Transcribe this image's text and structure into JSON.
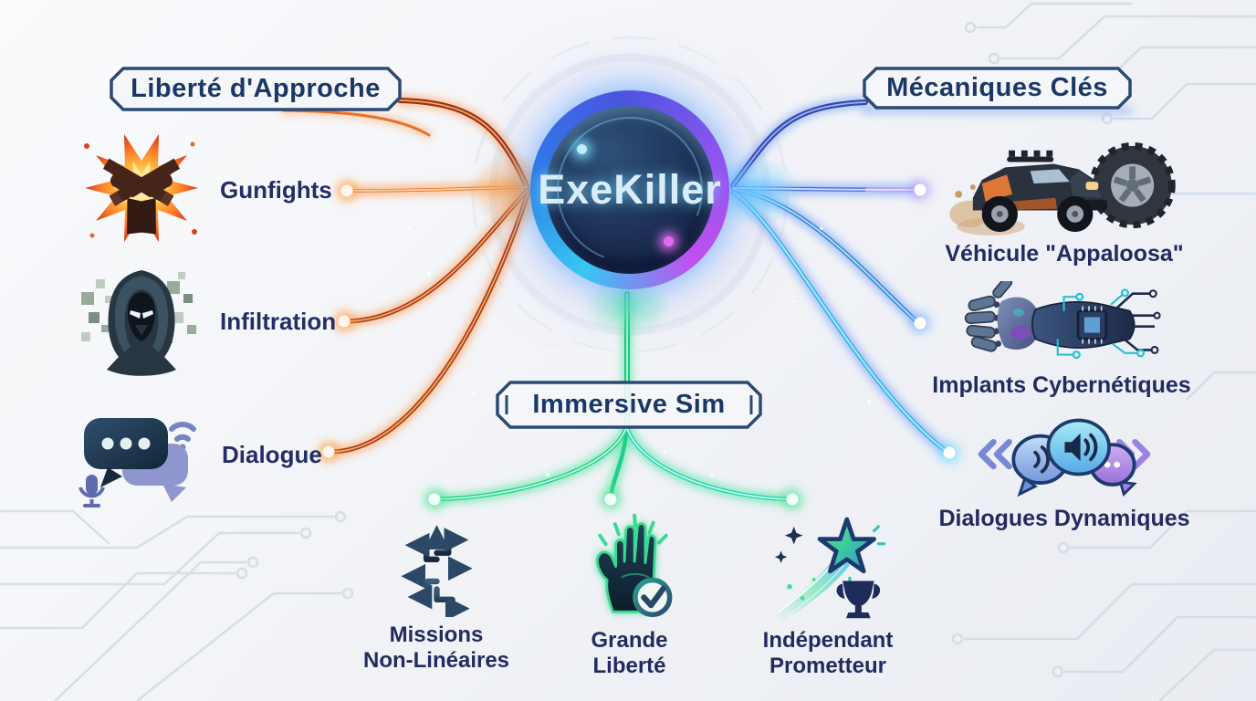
{
  "app": {
    "kind": "game-feature-mind-map",
    "background_color": "#f1f2f6"
  },
  "center": {
    "title": "ExeKiller",
    "ring_colors": [
      "#35c8f2",
      "#2f7ae8",
      "#8a55ee",
      "#c050f0"
    ],
    "fill_color": "#1c3054"
  },
  "branches": {
    "left": {
      "header": "Liberté d'Approche",
      "accent_color": "#e8702a",
      "items": [
        {
          "label": "Gunfights",
          "icon": "crossed-pistols-explosion-icon"
        },
        {
          "label": "Infiltration",
          "icon": "hooded-figure-camo-icon"
        },
        {
          "label": "Dialogue",
          "icon": "speech-bubbles-microphone-icon"
        }
      ]
    },
    "right": {
      "header": "Mécaniques Clés",
      "accent_color": "#5a7ae8",
      "items": [
        {
          "label": "Véhicule \"Appaloosa\"",
          "icon": "offroad-vehicle-tire-icon"
        },
        {
          "label": "Implants Cybernétiques",
          "icon": "cybernetic-arm-chip-icon"
        },
        {
          "label": "Dialogues Dynamiques",
          "icon": "dynamic-speech-bubbles-icon"
        }
      ]
    },
    "bottom": {
      "header": "Immersive Sim",
      "accent_color": "#2bd98c",
      "items": [
        {
          "label_line1": "Missions",
          "label_line2": "Non-Linéaires",
          "icon": "branching-arrows-icon"
        },
        {
          "label_line1": "Grande",
          "label_line2": "Liberté",
          "icon": "open-hand-checkmark-icon"
        },
        {
          "label_line1": "Indépendant",
          "label_line2": "Prometteur",
          "icon": "shooting-star-trophy-icon"
        }
      ]
    }
  }
}
